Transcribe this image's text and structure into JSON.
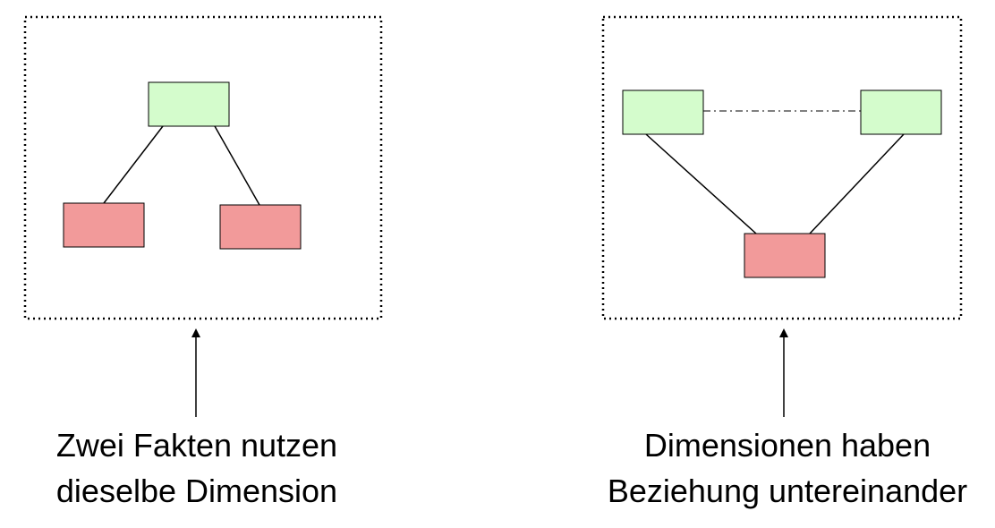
{
  "colors": {
    "dimension_fill": "#d4fccc",
    "fact_fill": "#f29a9a",
    "stroke": "#000000",
    "frame": "#000000"
  },
  "left_panel": {
    "caption_line1": "Zwei Fakten nutzen",
    "caption_line2": "dieselbe Dimension"
  },
  "right_panel": {
    "caption_line1": "Dimensionen haben",
    "caption_line2": "Beziehung untereinander"
  }
}
